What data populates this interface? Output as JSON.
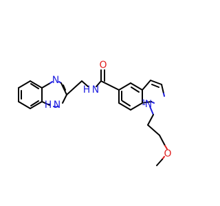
{
  "colors": {
    "carbon_bond": "#000000",
    "nitrogen": "#1f1fe0",
    "oxygen": "#e01f1f",
    "background": "#ffffff"
  },
  "molecule": {
    "atom_labels": {
      "benzimidazole_n3": "N",
      "benzimidazole_n1": "N",
      "benzimidazole_n1_h": "H",
      "amide_n": "N",
      "amide_h": "H",
      "amide_o": "O",
      "indole_n1": "N",
      "indole_n1_number": "1",
      "ether_o": "O"
    }
  }
}
